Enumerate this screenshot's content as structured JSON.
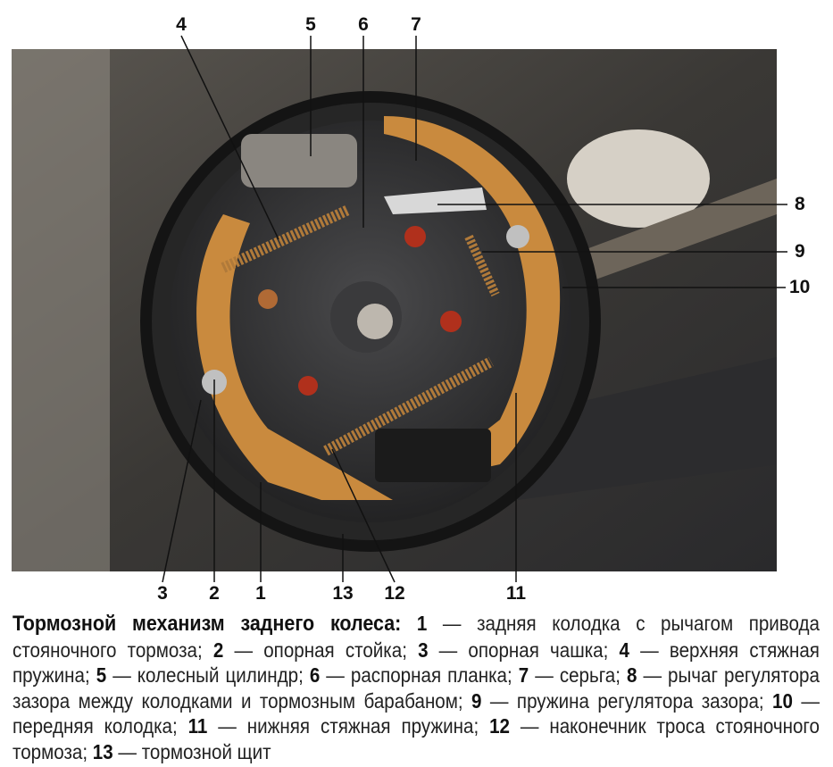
{
  "callouts": [
    {
      "num": "4"
    },
    {
      "num": "5"
    },
    {
      "num": "6"
    },
    {
      "num": "7"
    },
    {
      "num": "8"
    },
    {
      "num": "9"
    },
    {
      "num": "10"
    },
    {
      "num": "3"
    },
    {
      "num": "2"
    },
    {
      "num": "1"
    },
    {
      "num": "13"
    },
    {
      "num": "12"
    },
    {
      "num": "11"
    }
  ],
  "caption": {
    "title": "Тормозной механизм заднего колеса:",
    "items": [
      {
        "num": "1",
        "text": " — задняя колодка с рычагом привода стояночного тормоза; "
      },
      {
        "num": "2",
        "text": " — опорная стойка; "
      },
      {
        "num": "3",
        "text": " — опорная чашка; "
      },
      {
        "num": "4",
        "text": " — верхняя стяжная пружина; "
      },
      {
        "num": "5",
        "text": " — колесный цилиндр; "
      },
      {
        "num": "6",
        "text": " — распорная планка; "
      },
      {
        "num": "7",
        "text": " — серьга; "
      },
      {
        "num": "8",
        "text": " — рычаг регулятора зазора между колодками и тормозным барабаном; "
      },
      {
        "num": "9",
        "text": " — пружина регулятора зазора; "
      },
      {
        "num": "10",
        "text": " — передняя колодка; "
      },
      {
        "num": "11",
        "text": " — нижняя стяжная пружина; "
      },
      {
        "num": "12",
        "text": " — наконечник троса стояночного тормоза; "
      },
      {
        "num": "13",
        "text": " — тормозной щит"
      }
    ]
  },
  "colors": {
    "shoe": "#c98a3e",
    "background": "#2b2b2b",
    "drum": "#1e1e1e"
  }
}
